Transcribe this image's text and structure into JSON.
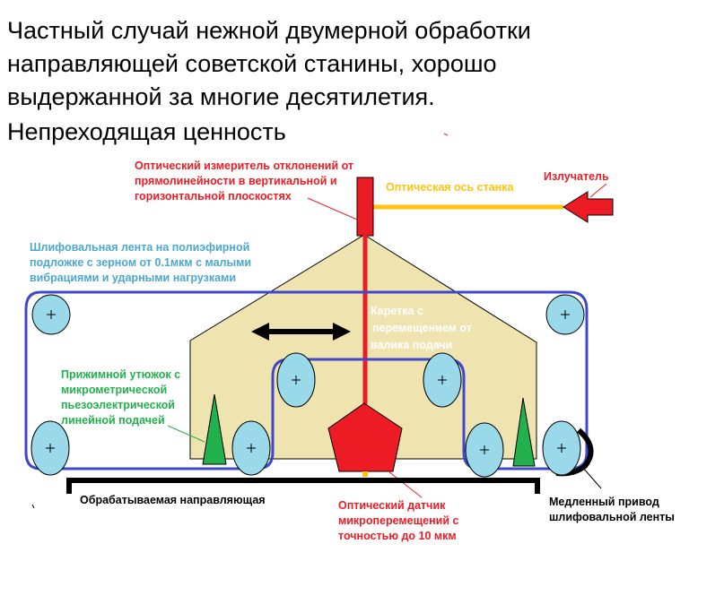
{
  "title": [
    "Частный случай нежной двумерной обработки",
    "направляющей советской станины, хорошо",
    "выдержанной за многие десятилетия.",
    "Непреходящая ценность"
  ],
  "labels": {
    "meter": [
      "Оптический измеритель отклонений от",
      "прямолинейности в вертикальной и",
      "горизонтальной плоскостях"
    ],
    "axis": "Оптическая ось станка",
    "emitter": "Излучатель",
    "belt": [
      "Шлифовальная лента на полиэфирной",
      "подложке с зерном от 0.1мкм с малыми",
      "вибрациями и ударными нагрузками"
    ],
    "carriage": [
      "Каретка с",
      "перемещением от",
      "валика подачи"
    ],
    "iron": [
      "Прижимной утюжок с",
      "микрометрической",
      "пьезоэлектрической",
      "линейной подачей"
    ],
    "guide": "Обрабатываемая направляющая",
    "sensor": [
      "Оптический датчик",
      "микроперемещений с",
      "точностью до 10 мкм"
    ],
    "drive": [
      "Медленный привод",
      "шлифовальной ленты"
    ]
  },
  "colors": {
    "red": "#ed1c24",
    "yellow": "#ffc20e",
    "blue": "#3f48cc",
    "lightblue": "#99d9ea",
    "tan": "#efe4b0",
    "green": "#22b14c",
    "cyan_text": "#4aa8d0"
  }
}
